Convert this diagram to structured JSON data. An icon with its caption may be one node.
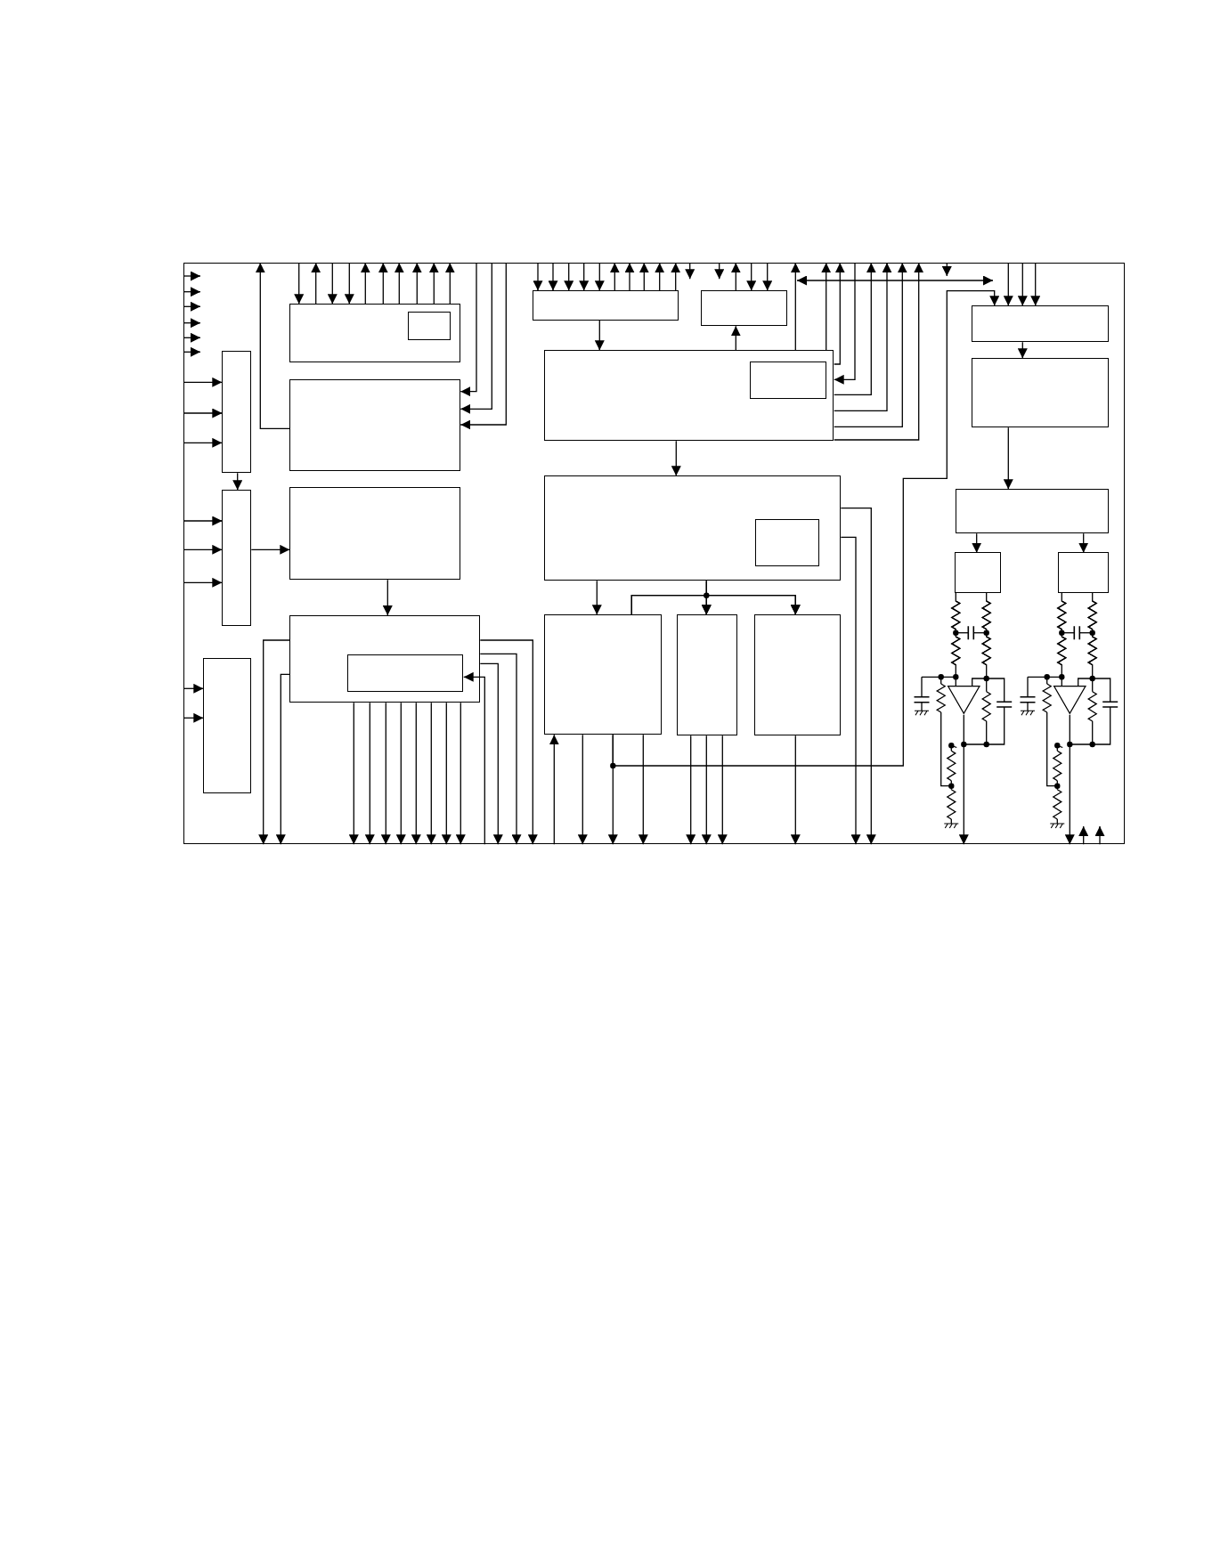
{
  "diagram": {
    "nodes": [
      {
        "text": [],
        "shape": "box"
      },
      {
        "text": [],
        "shape": "box",
        "in": 0
      },
      {
        "text": [],
        "shape": "box",
        "in": 1
      },
      {
        "text": [],
        "shape": "box",
        "in": 0
      },
      {
        "text": [],
        "shape": "box",
        "in": 0
      },
      {
        "text": [],
        "shape": "box",
        "in": 0
      },
      {
        "text": [],
        "shape": "box",
        "in": 0
      },
      {
        "text": [],
        "shape": "box",
        "in": 6
      },
      {
        "text": [],
        "shape": "box",
        "in": 0
      },
      {
        "text": [],
        "shape": "box",
        "in": 0
      },
      {
        "text": [],
        "shape": "box",
        "in": 0
      },
      {
        "text": [],
        "shape": "box",
        "in": 0
      },
      {
        "text": [],
        "shape": "box",
        "in": 0
      },
      {
        "text": [],
        "shape": "box",
        "in": 0
      },
      {
        "text": [],
        "shape": "box",
        "in": 13
      },
      {
        "text": [],
        "shape": "box",
        "in": 0
      },
      {
        "text": [],
        "shape": "box",
        "in": 0
      },
      {
        "text": [],
        "shape": "box",
        "in": 0
      },
      {
        "text": [],
        "shape": "box",
        "in": 0
      },
      {
        "text": [],
        "shape": "box",
        "in": 18
      },
      {
        "text": [],
        "shape": "box",
        "in": 0
      },
      {
        "text": [],
        "shape": "box",
        "in": 0
      },
      {
        "text": [],
        "shape": "box",
        "in": 0
      },
      {
        "text": [],
        "shape": "box",
        "in": 0
      },
      {
        "text": [],
        "shape": "triangle",
        "in": 0
      },
      {
        "text": [],
        "shape": "triangle",
        "in": 0
      }
    ],
    "edges": [
      {
        "from": null,
        "to": 0,
        "arrow": "to"
      },
      {
        "from": null,
        "to": 0,
        "arrow": "to"
      },
      {
        "from": null,
        "to": 0,
        "arrow": "to"
      },
      {
        "from": null,
        "to": 0,
        "arrow": "to"
      },
      {
        "from": null,
        "to": 0,
        "arrow": "to"
      },
      {
        "from": null,
        "to": 0,
        "arrow": "to"
      },
      {
        "from": 0,
        "to": 8,
        "arrow": "to"
      },
      {
        "from": 0,
        "to": 8,
        "arrow": "to"
      },
      {
        "from": 0,
        "to": 8,
        "arrow": "to"
      },
      {
        "from": 8,
        "to": 11,
        "arrow": "to"
      },
      {
        "from": 0,
        "to": 11,
        "arrow": "to"
      },
      {
        "from": 0,
        "to": 11,
        "arrow": "to"
      },
      {
        "from": 0,
        "to": 11,
        "arrow": "to"
      },
      {
        "from": 11,
        "to": 12,
        "arrow": "to"
      },
      {
        "from": 9,
        "to": 0,
        "arrow": "to"
      },
      {
        "from": 0,
        "to": 1,
        "arrow": "to"
      },
      {
        "from": 1,
        "to": 0,
        "arrow": "to"
      },
      {
        "from": 0,
        "to": 1,
        "arrow": "to"
      },
      {
        "from": 0,
        "to": 1,
        "arrow": "to"
      },
      {
        "from": 1,
        "to": 0,
        "arrow": "to"
      },
      {
        "from": 1,
        "to": 0,
        "arrow": "to"
      },
      {
        "from": 1,
        "to": 0,
        "arrow": "to"
      },
      {
        "from": 1,
        "to": 0,
        "arrow": "to"
      },
      {
        "from": 1,
        "to": 0,
        "arrow": "to"
      },
      {
        "from": 1,
        "to": 0,
        "arrow": "to"
      },
      {
        "from": 0,
        "to": 9,
        "arrow": "to"
      },
      {
        "from": 0,
        "to": 9,
        "arrow": "to"
      },
      {
        "from": 0,
        "to": 9,
        "arrow": "to"
      },
      {
        "from": 0,
        "to": 3,
        "arrow": "to"
      },
      {
        "from": 0,
        "to": 3,
        "arrow": "to"
      },
      {
        "from": 0,
        "to": 3,
        "arrow": "to"
      },
      {
        "from": 0,
        "to": 3,
        "arrow": "to"
      },
      {
        "from": 0,
        "to": 3,
        "arrow": "to"
      },
      {
        "from": 3,
        "to": 0,
        "arrow": "to"
      },
      {
        "from": 3,
        "to": 0,
        "arrow": "to"
      },
      {
        "from": 3,
        "to": 0,
        "arrow": "to"
      },
      {
        "from": 3,
        "to": 0,
        "arrow": "to"
      },
      {
        "from": 3,
        "to": 0,
        "arrow": "to"
      },
      {
        "from": null,
        "to": 0,
        "arrow": "to"
      },
      {
        "from": null,
        "to": 0,
        "arrow": "to"
      },
      {
        "from": 4,
        "to": 0,
        "arrow": "to"
      },
      {
        "from": 0,
        "to": 4,
        "arrow": "to"
      },
      {
        "from": 0,
        "to": 4,
        "arrow": "to"
      },
      {
        "from": 3,
        "to": 6,
        "arrow": "to"
      },
      {
        "from": 6,
        "to": 4,
        "arrow": "to"
      },
      {
        "from": 6,
        "to": 0,
        "arrow": "to"
      },
      {
        "from": 6,
        "to": 0,
        "arrow": "to"
      },
      {
        "from": 6,
        "to": 0,
        "arrow": "to"
      },
      {
        "from": 0,
        "to": 6,
        "arrow": "to"
      },
      {
        "from": 6,
        "to": 0,
        "arrow": "to"
      },
      {
        "from": 6,
        "to": 0,
        "arrow": "to"
      },
      {
        "from": 6,
        "to": 0,
        "arrow": "to"
      },
      {
        "from": 6,
        "to": 0,
        "arrow": "to"
      },
      {
        "from": null,
        "to": 0,
        "arrow": "to"
      },
      {
        "from": 0,
        "to": 5,
        "arrow": "to"
      },
      {
        "from": 0,
        "to": 5,
        "arrow": "to"
      },
      {
        "from": 0,
        "to": 5,
        "arrow": "to"
      },
      {
        "from": 5,
        "to": 10,
        "arrow": "to"
      },
      {
        "from": 10,
        "to": 15,
        "arrow": "to"
      },
      {
        "from": 15,
        "to": 16,
        "arrow": "to"
      },
      {
        "from": 15,
        "to": 17,
        "arrow": "to"
      },
      {
        "from": 6,
        "to": 13,
        "arrow": "to"
      },
      {
        "from": 13,
        "to": 0,
        "arrow": "to"
      },
      {
        "from": 13,
        "to": 0,
        "arrow": "to"
      },
      {
        "from": 12,
        "to": 18,
        "arrow": "to"
      },
      {
        "from": 13,
        "to": 20,
        "arrow": "to"
      },
      {
        "from": 13,
        "to": 21,
        "arrow": "to"
      },
      {
        "from": 13,
        "to": 22,
        "arrow": "to"
      },
      {
        "from": 20,
        "to": 21,
        "arrow": "to"
      },
      {
        "from": 20,
        "to": 22,
        "arrow": "to"
      },
      {
        "from": 18,
        "to": 0,
        "arrow": "to"
      },
      {
        "from": 18,
        "to": 0,
        "arrow": "to"
      },
      {
        "from": 18,
        "to": 0,
        "arrow": "to"
      },
      {
        "from": 18,
        "to": 0,
        "arrow": "to"
      },
      {
        "from": 18,
        "to": 0,
        "arrow": "to"
      },
      {
        "from": 18,
        "to": 0,
        "arrow": "to"
      },
      {
        "from": 18,
        "to": 0,
        "arrow": "to"
      },
      {
        "from": 18,
        "to": 0,
        "arrow": "to"
      },
      {
        "from": 18,
        "to": 0,
        "arrow": "to"
      },
      {
        "from": 18,
        "to": 0,
        "arrow": "to"
      },
      {
        "from": 0,
        "to": 19,
        "arrow": "to"
      },
      {
        "from": 18,
        "to": 0,
        "arrow": "to"
      },
      {
        "from": 18,
        "to": 0,
        "arrow": "to"
      },
      {
        "from": 18,
        "to": 0,
        "arrow": "to"
      },
      {
        "from": 0,
        "to": 23,
        "arrow": "to"
      },
      {
        "from": 0,
        "to": 23,
        "arrow": "to"
      },
      {
        "from": 0,
        "to": 20,
        "arrow": "to"
      },
      {
        "from": 20,
        "to": 0,
        "arrow": "to"
      },
      {
        "from": 20,
        "to": 0,
        "arrow": "to"
      },
      {
        "from": 20,
        "to": 0,
        "arrow": "to"
      },
      {
        "from": 20,
        "to": 5,
        "arrow": "to"
      },
      {
        "from": 21,
        "to": 0,
        "arrow": "to"
      },
      {
        "from": 21,
        "to": 0,
        "arrow": "to"
      },
      {
        "from": 21,
        "to": 0,
        "arrow": "to"
      },
      {
        "from": 22,
        "to": 0,
        "arrow": "to"
      },
      {
        "from": 24,
        "to": 0,
        "arrow": "to"
      },
      {
        "from": 25,
        "to": 0,
        "arrow": "to"
      },
      {
        "from": null,
        "to": 0,
        "arrow": "to"
      },
      {
        "from": null,
        "to": 0,
        "arrow": "to"
      },
      {
        "from": 16,
        "to": 24,
        "arrow": "none"
      },
      {
        "from": 16,
        "to": 24,
        "arrow": "none"
      },
      {
        "from": 17,
        "to": 25,
        "arrow": "none"
      },
      {
        "from": 17,
        "to": 25,
        "arrow": "none"
      }
    ]
  }
}
